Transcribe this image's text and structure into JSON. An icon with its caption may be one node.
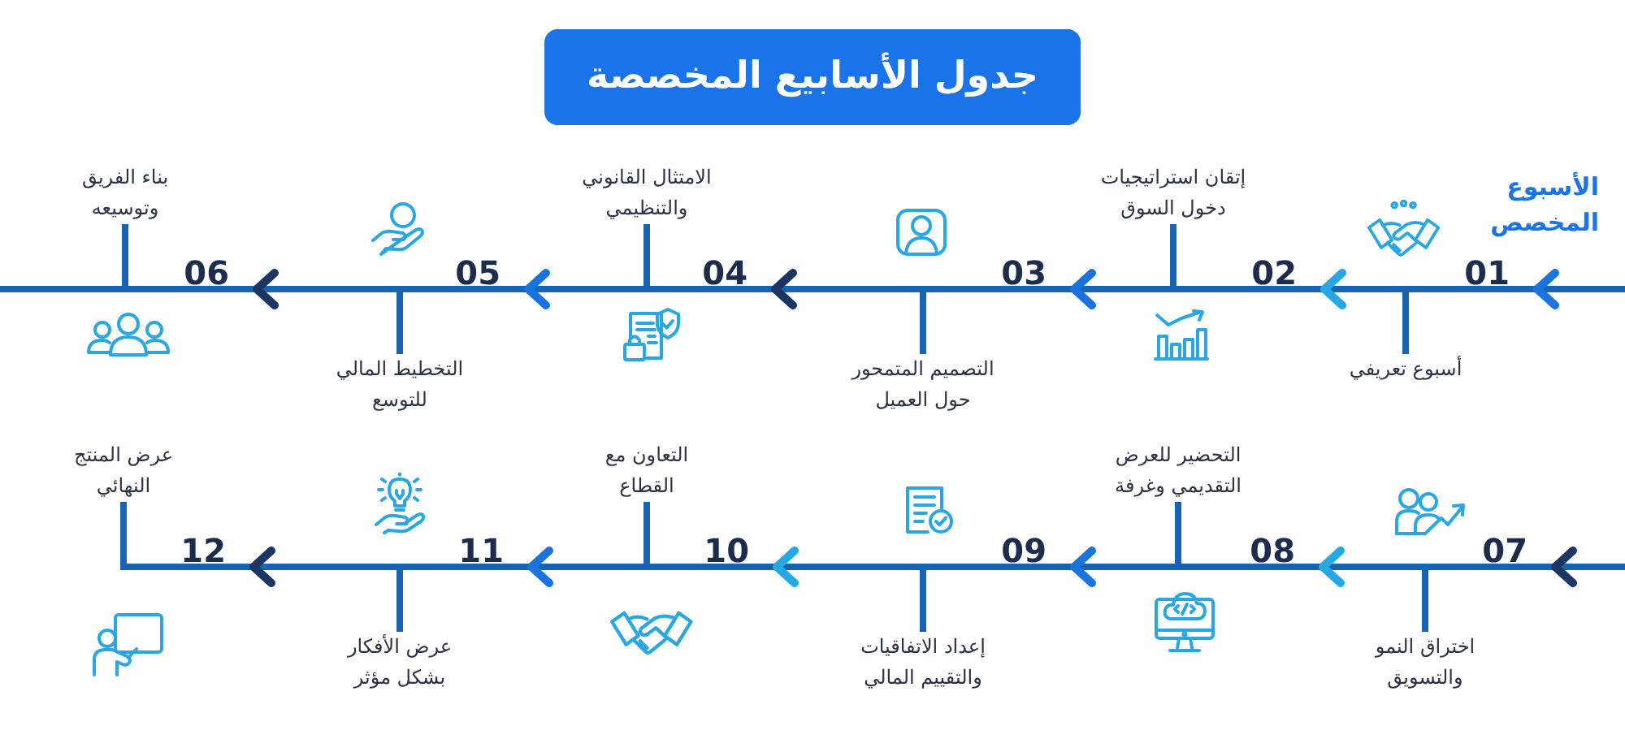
{
  "diagram": {
    "title": "جدول الأسابيع المخصصة",
    "nodes": [
      {
        "text": [
          "01"
        ]
      },
      {
        "text": [
          "أسبوع تعريفي"
        ]
      },
      {
        "text": [
          "02"
        ]
      },
      {
        "text": [
          "إتقان استراتيجيات دخول السوق"
        ]
      },
      {
        "text": [
          "03"
        ]
      },
      {
        "text": [
          "التصميم المتمحور حول العميل"
        ]
      },
      {
        "text": [
          "04"
        ]
      },
      {
        "text": [
          "الامتثال القانوني والتنظيمي"
        ]
      },
      {
        "text": [
          "05"
        ]
      },
      {
        "text": [
          "التخطيط المالي للتوسع"
        ]
      },
      {
        "text": [
          "06"
        ]
      },
      {
        "text": [
          "بناء الفريق وتوسيعه"
        ]
      },
      {
        "text": [
          "07"
        ]
      },
      {
        "text": [
          "اختراق النمو والتسويق"
        ]
      },
      {
        "text": [
          "08"
        ]
      },
      {
        "text": [
          "التحضير للعرض التقديمي وغرفة"
        ]
      },
      {
        "text": [
          "09"
        ]
      },
      {
        "text": [
          "إعداد الاتفاقيات والتقييم المالي"
        ]
      },
      {
        "text": [
          "10"
        ]
      },
      {
        "text": [
          "التعاون مع القطاع"
        ]
      },
      {
        "text": [
          "11"
        ]
      },
      {
        "text": [
          "عرض الأفكار بشكل مؤثر"
        ]
      },
      {
        "text": [
          "12"
        ]
      },
      {
        "text": [
          "عرض المنتج النهائي"
        ]
      }
    ],
    "edges": [
      {
        "from": null,
        "to": 0,
        "arrow": "to"
      },
      {
        "from": 0,
        "to": 2,
        "arrow": "to"
      },
      {
        "from": 2,
        "to": 4,
        "arrow": "to"
      },
      {
        "from": 4,
        "to": 6,
        "arrow": "to"
      },
      {
        "from": 6,
        "to": 8,
        "arrow": "to"
      },
      {
        "from": 8,
        "to": 10,
        "arrow": "to"
      },
      {
        "from": null,
        "to": 12,
        "arrow": "to"
      },
      {
        "from": 12,
        "to": 14,
        "arrow": "to"
      },
      {
        "from": 14,
        "to": 16,
        "arrow": "to"
      },
      {
        "from": 16,
        "to": 18,
        "arrow": "to"
      },
      {
        "from": 18,
        "to": 20,
        "arrow": "to"
      },
      {
        "from": 20,
        "to": 22,
        "arrow": "to"
      },
      {
        "from": 1,
        "to": 0,
        "arrow": "none"
      },
      {
        "from": 3,
        "to": 2,
        "arrow": "none"
      },
      {
        "from": 5,
        "to": 4,
        "arrow": "none"
      },
      {
        "from": 7,
        "to": 6,
        "arrow": "none"
      },
      {
        "from": 9,
        "to": 8,
        "arrow": "none"
      },
      {
        "from": 11,
        "to": 10,
        "arrow": "none"
      },
      {
        "from": 13,
        "to": 12,
        "arrow": "none"
      },
      {
        "from": 15,
        "to": 14,
        "arrow": "none"
      },
      {
        "from": 17,
        "to": 16,
        "arrow": "none"
      },
      {
        "from": 19,
        "to": 18,
        "arrow": "none"
      },
      {
        "from": 21,
        "to": 20,
        "arrow": "none"
      },
      {
        "from": 23,
        "to": 22,
        "arrow": "none"
      }
    ],
    "labels": [
      "الأسبوع المخصص"
    ]
  }
}
